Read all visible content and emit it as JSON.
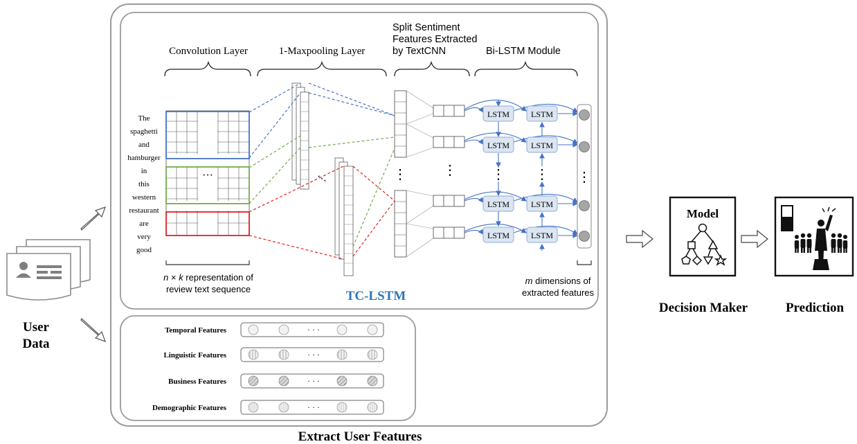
{
  "user": {
    "label_line1": "User",
    "label_line2": "Data",
    "card_icon": "user-data-cards-icon"
  },
  "extract": {
    "footer_title": "Extract User  Features"
  },
  "tc_lstm": {
    "title": "TC-LSTM",
    "layers": {
      "convolution": "Convolution Layer",
      "maxpool": "1-Maxpooling Layer",
      "split_line1": "Split Sentiment",
      "split_line2": "Features Extracted",
      "split_line3": "by TextCNN",
      "bilstm": "Bi-LSTM Module"
    },
    "review_words": [
      "The",
      "spaghetti",
      "and",
      "hamburger",
      "in",
      "this",
      "western",
      "restaurant",
      "are",
      "very",
      "good"
    ],
    "caption_left_line1_italic_n": "n",
    "caption_left_line1_times": " × ",
    "caption_left_line1_italic_k": "k",
    "caption_left_line1_rest": " representation of",
    "caption_left_line2": "review text sequence",
    "caption_right_italic_m": "m",
    "caption_right_line1_rest": " dimensions of",
    "caption_right_line2": "extracted features",
    "lstm_label": "LSTM",
    "ellipsis": "···",
    "vdots": "⋮"
  },
  "features": {
    "rows": [
      {
        "label": "Temporal Features",
        "pattern": "plain"
      },
      {
        "label": "Linguistic Features",
        "pattern": "vertical"
      },
      {
        "label": "Business Features",
        "pattern": "diagonal"
      },
      {
        "label": "Demographic Features",
        "pattern": "vertical-light"
      }
    ],
    "dots": "· · ·"
  },
  "decision": {
    "model_label": "Model",
    "caption": "Decision Maker",
    "icon": "decision-tree-icon"
  },
  "prediction": {
    "caption": "Prediction",
    "icon": "leader-crowd-icon"
  },
  "colors": {
    "blue": "#4472c4",
    "green": "#70ad47",
    "red": "#e02020",
    "title_blue": "#2e75b6",
    "lstm_fill": "#dce6f2",
    "lstm_stroke": "#8eaadb"
  }
}
